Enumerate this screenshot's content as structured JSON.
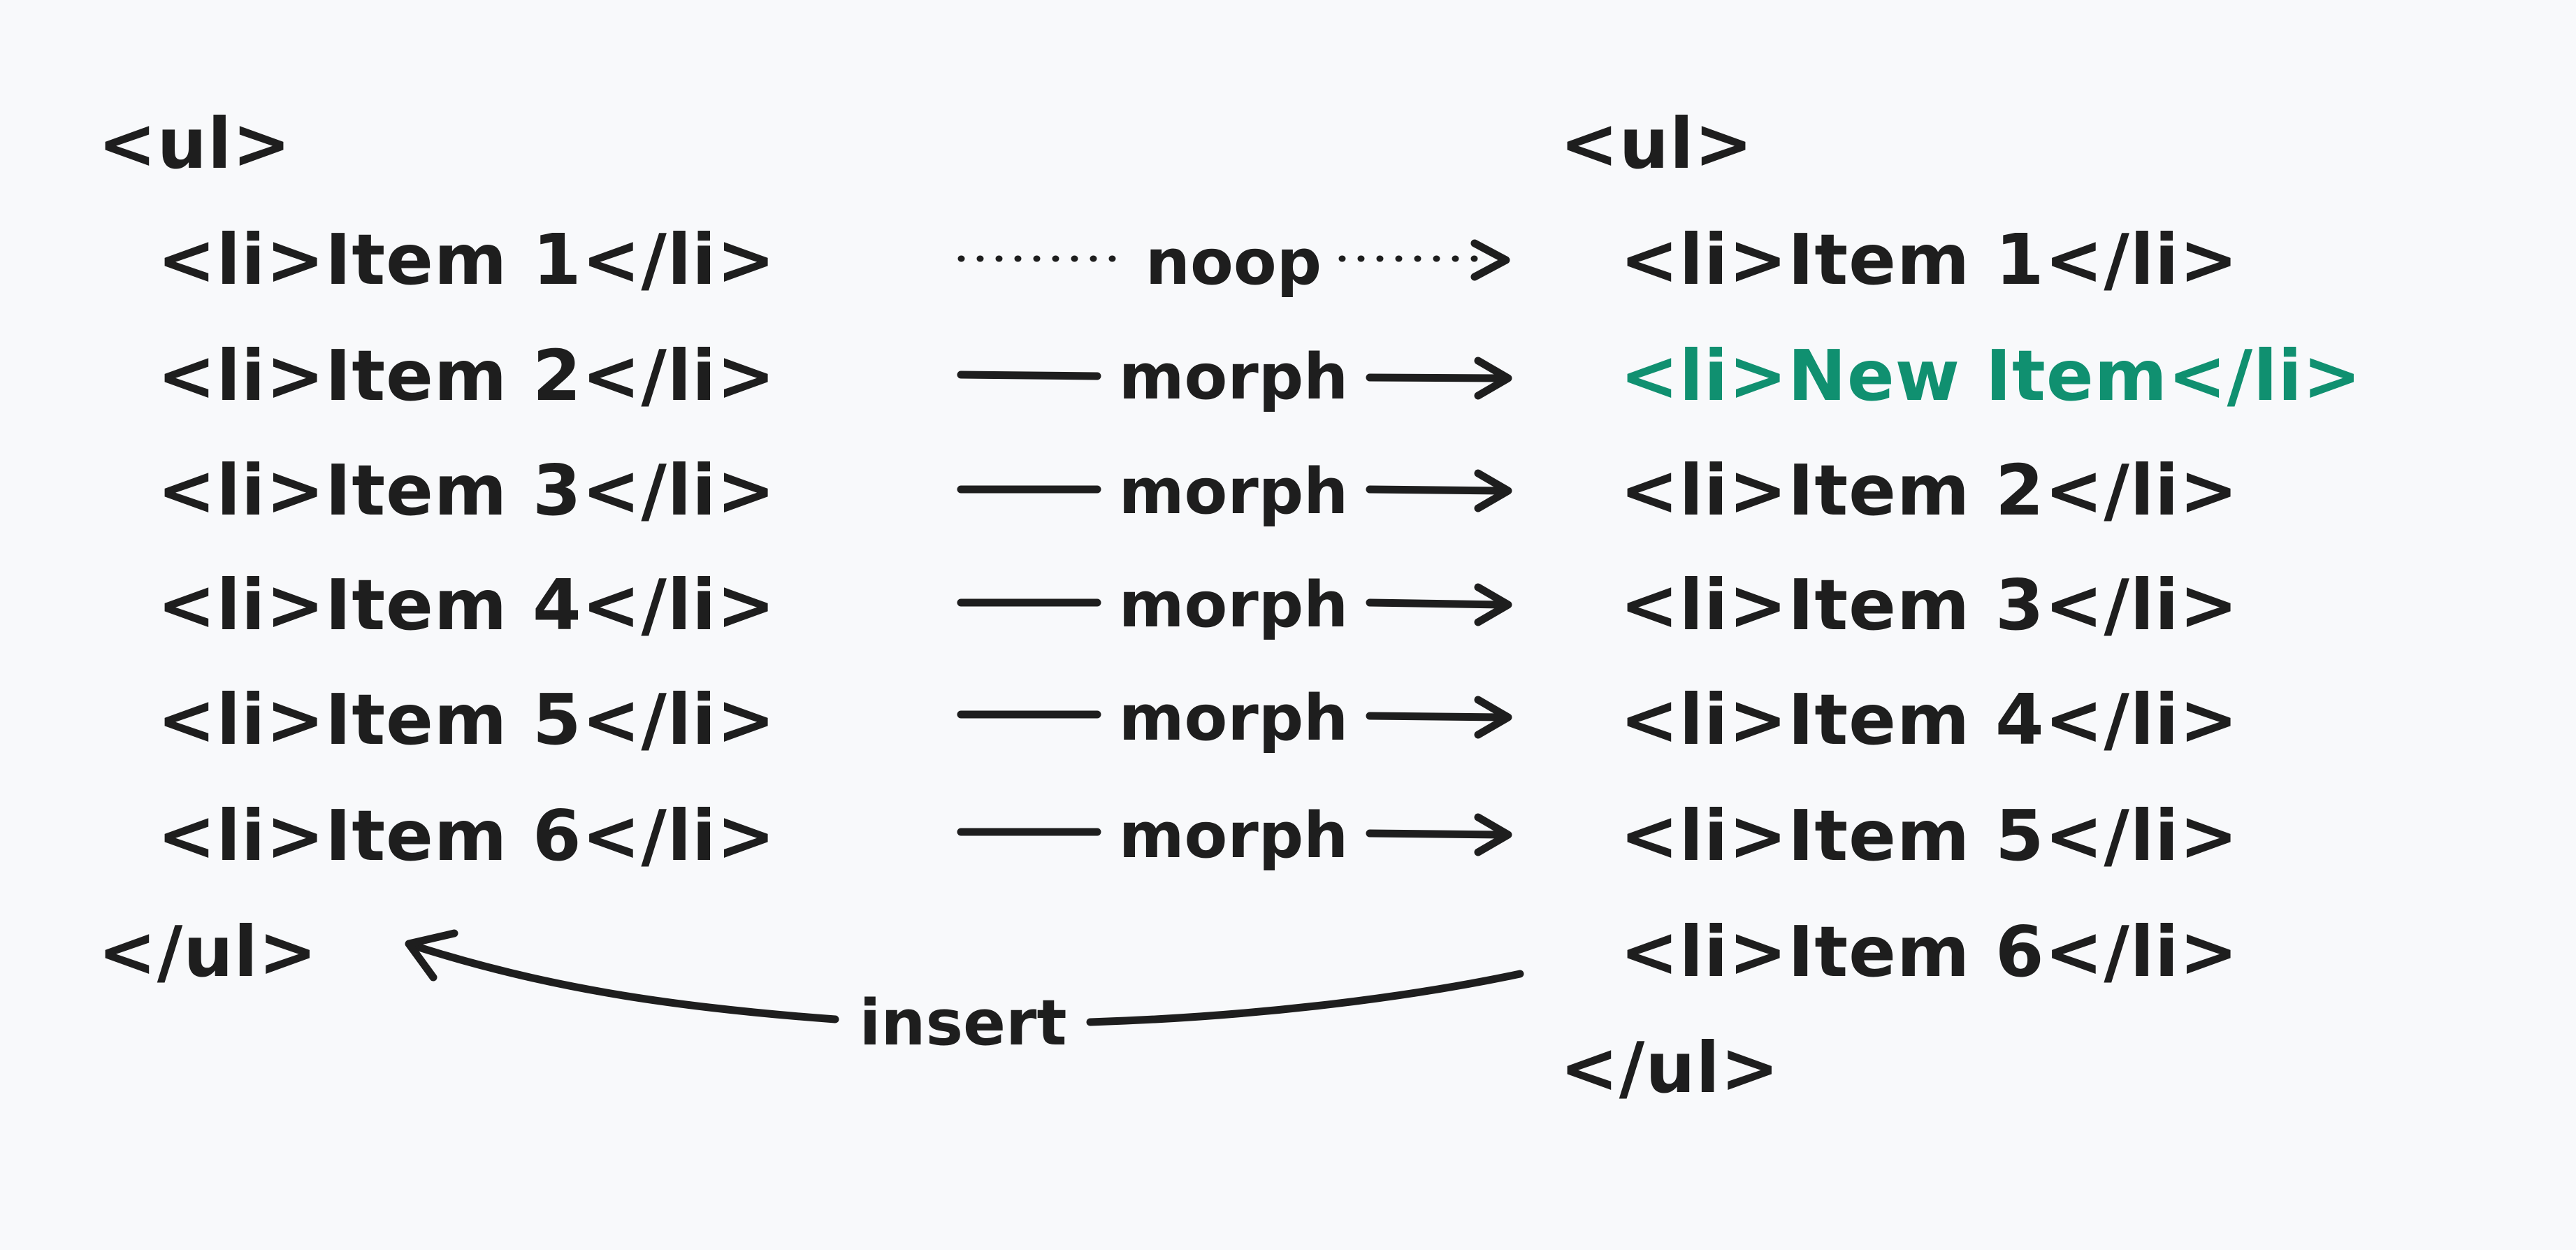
{
  "colors": {
    "background": "#f8f9fb",
    "ink": "#1e1e1e",
    "highlight": "#109070"
  },
  "old_list": {
    "open_tag": "<ul>",
    "items": [
      "<li>Item 1</li>",
      "<li>Item 2</li>",
      "<li>Item 3</li>",
      "<li>Item 4</li>",
      "<li>Item 5</li>",
      "<li>Item 6</li>"
    ],
    "close_tag": "</ul>"
  },
  "new_list": {
    "open_tag": "<ul>",
    "items": [
      "<li>Item 1</li>",
      "<li>New Item</li>",
      "<li>Item 2</li>",
      "<li>Item 3</li>",
      "<li>Item 4</li>",
      "<li>Item 5</li>",
      "<li>Item 6</li>"
    ],
    "highlighted_item_index": 1,
    "close_tag": "</ul>"
  },
  "operations": {
    "rows": [
      "noop",
      "morph",
      "morph",
      "morph",
      "morph",
      "morph"
    ],
    "insert": "insert"
  }
}
